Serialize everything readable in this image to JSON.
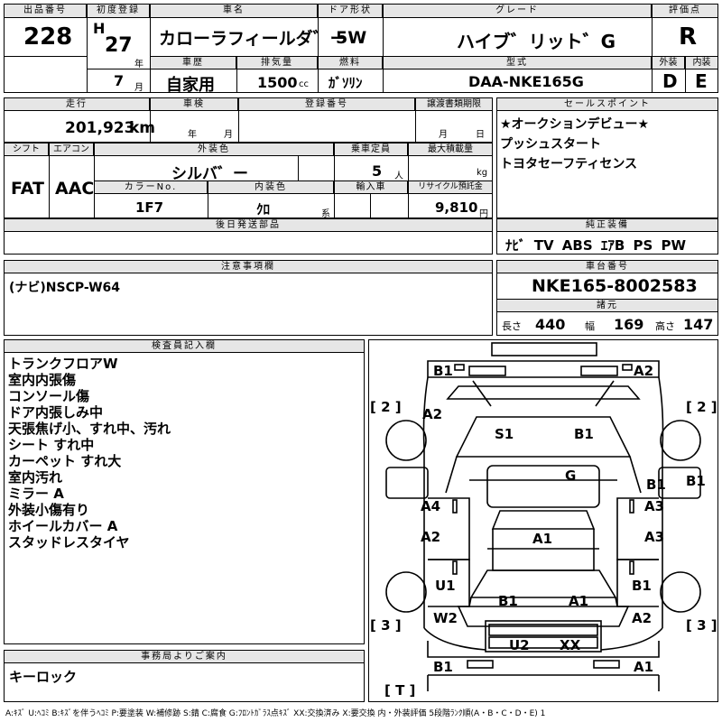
{
  "header": {
    "lot_no_label": "出品番号",
    "lot_no": "228",
    "first_reg_label": "初度登録",
    "era": "H",
    "reg_year": "27",
    "year_unit": "年",
    "reg_month": "7",
    "month_unit": "月",
    "car_name_label": "車名",
    "car_name": "カローラフィールダ゛ー",
    "history_label": "車歴",
    "history": "自家用",
    "displacement_label": "排気量",
    "displacement": "1500",
    "cc_unit": "cc",
    "door_label": "ドア形状",
    "door": "5W",
    "fuel_label": "燃料",
    "fuel": "ｶﾞｿﾘﾝ",
    "grade_label": "グレード",
    "grade": "ハイブ゛リット゛G",
    "model_label": "型式",
    "model": "DAA-NKE165G",
    "score_label": "評価点",
    "score": "R",
    "ext_label": "外装",
    "ext": "D",
    "int_label": "内装",
    "int": "E"
  },
  "row2": {
    "mileage_label": "走行",
    "mileage": "201,923",
    "km_unit": "km",
    "inspection_label": "車検",
    "inspection_year_unit": "年",
    "inspection_month_unit": "月",
    "plate_label": "登録番号",
    "transfer_label": "譲渡書類期限",
    "transfer_month_unit": "月",
    "transfer_day_unit": "日"
  },
  "row3": {
    "shift_label": "シフト",
    "shift": "FAT",
    "aircon_label": "エアコン",
    "aircon": "AAC",
    "color_label": "外装色",
    "color": "シルバ゛ー",
    "capacity_label": "乗車定員",
    "capacity": "5",
    "capacity_unit": "人",
    "max_load_label": "最大積載量",
    "max_load_unit": "kg",
    "color_no_label": "カラーNo.",
    "color_no": "1F7",
    "int_color_label": "内装色",
    "int_color": "ｸﾛ",
    "int_color_unit": "系",
    "import_label": "輸入車",
    "recycle_label": "リサイクル預託金",
    "recycle": "9,810",
    "recycle_unit": "円"
  },
  "sales_point": {
    "label": "セールスポイント",
    "lines": [
      "★オークションデビュー★",
      "プッシュスタート",
      "トヨタセーフティセンス"
    ]
  },
  "later_parts": {
    "label": "後日発送部品"
  },
  "genuine": {
    "label": "純正装備",
    "items": "ﾅﾋﾞ TV ABS ｴｱB PS PW"
  },
  "notes": {
    "label": "注意事項欄",
    "text": "(ナビ)NSCP-W64"
  },
  "chassis": {
    "label": "車台番号",
    "number": "NKE165-8002583",
    "dims_label": "諸元",
    "length_label": "長さ",
    "length": "440",
    "width_label": "幅",
    "width": "169",
    "height_label": "高さ",
    "height": "147"
  },
  "inspector": {
    "label": "検査員記入欄",
    "lines": [
      "トランクフロアW",
      "室内内張傷",
      "コンソール傷",
      "ドア内張しみ中",
      "天張焦げ小、すれ中、汚れ",
      "シート すれ中",
      "カーペット すれ大",
      "室内汚れ",
      "ミラー A",
      "外装小傷有り",
      "ホイールカバー A",
      "スタッドレスタイヤ"
    ]
  },
  "office": {
    "label": "事務局よりご案内",
    "text": "キーロック"
  },
  "diagram": {
    "labels": {
      "b1_top_left": "B1",
      "a2_top_right": "A2",
      "bracket_left_top": "[ 2 ]",
      "bracket_right_top": "[ 2 ]",
      "a2_left": "A2",
      "s1": "S1",
      "b1_roof": "B1",
      "g": "G",
      "b1_right_a": "B1",
      "b1_right_edge": "B1",
      "a4": "A4",
      "a3_right": "A3",
      "a2_left_lower": "A2",
      "a1_center": "A1",
      "a3_right_lower": "A3",
      "u1": "U1",
      "b1_right_lower": "B1",
      "b1_rear": "B1",
      "a1_rear": "A1",
      "bracket_left_bottom": "[ 3 ]",
      "w2": "W2",
      "a2_right_lower": "A2",
      "bracket_right_bottom": "[ 3 ]",
      "u2": "U2",
      "xx": "XX",
      "b1_bottom_left": "B1",
      "a1_bottom_right": "A1",
      "t_bracket": "[ T ]"
    }
  },
  "legend": "A:ｷｽﾞ U:ﾍｺﾐ B:ｷｽﾞを伴うﾍｺﾐ P:要塗装 W:補修跡 S:錆 C:腐食 G:ﾌﾛﾝﾄｶﾞﾗｽ点ｷｽﾞ XX:交換済み X:要交換 内・外装評価 5段階ﾗﾝｸ順(A・B・C・D・E) 1"
}
